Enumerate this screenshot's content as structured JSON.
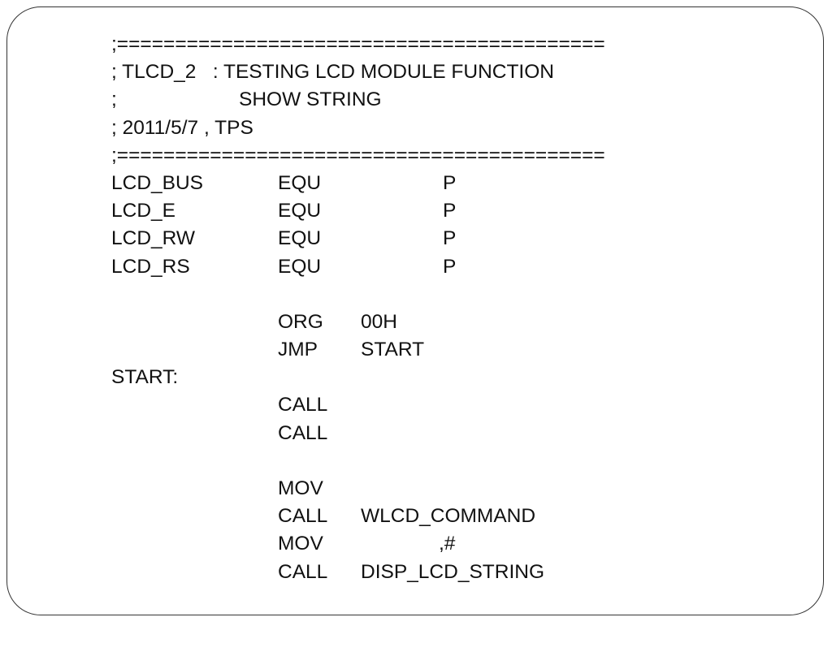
{
  "header": {
    "separator_top": ";==========================================",
    "title_line": "; TLCD_2   : TESTING LCD MODULE FUNCTION",
    "subtitle_prefix": ";",
    "subtitle_text": "SHOW STRING",
    "date_line": "; 2011/5/7 , TPS",
    "separator_bottom": ";=========================================="
  },
  "equates": [
    {
      "label": "LCD_BUS",
      "op": "EQU",
      "value": "P"
    },
    {
      "label": "LCD_E",
      "op": "EQU",
      "value": "P"
    },
    {
      "label": "LCD_RW",
      "op": "EQU",
      "value": "P"
    },
    {
      "label": "LCD_RS",
      "op": "EQU",
      "value": "P"
    }
  ],
  "program": {
    "org_op": "ORG",
    "org_arg": "00H",
    "jmp_op": "JMP",
    "jmp_arg": "START",
    "start_label": "START:",
    "call1_op": "CALL",
    "call2_op": "CALL",
    "mov1_op": "MOV",
    "call3_op": "CALL",
    "call3_arg": "WLCD_COMMAND",
    "mov2_op": "MOV",
    "mov2_arg": ",#",
    "call4_op": "CALL",
    "call4_arg": "DISP_LCD_STRING"
  }
}
